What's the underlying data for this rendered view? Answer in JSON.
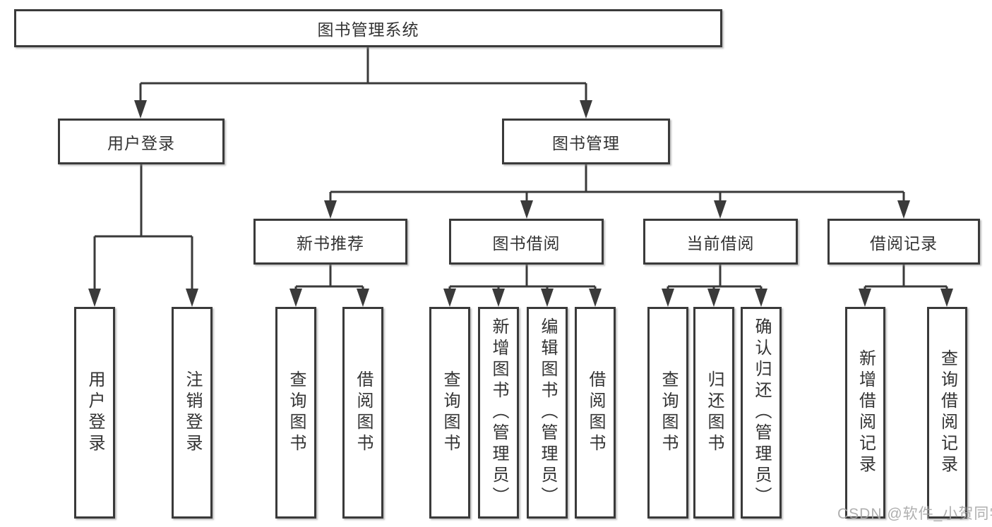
{
  "diagram": {
    "root_label": "图书管理系统",
    "level2": {
      "user_login": "用户登录",
      "book_management": "图书管理"
    },
    "level3": {
      "new_book_recommend": "新书推荐",
      "book_borrowing": "图书借阅",
      "current_borrowing": "当前借阅",
      "borrowing_records": "借阅记录"
    },
    "leaves": {
      "user_login": [
        "用户登录",
        "注销登录"
      ],
      "new_book_recommend": [
        "查询图书",
        "借阅图书"
      ],
      "book_borrowing": [
        "查询图书",
        "新增图书（管理员）",
        "编辑图书（管理员）",
        "借阅图书"
      ],
      "current_borrowing": [
        "查询图书",
        "归还图书",
        "确认归还（管理员）"
      ],
      "borrowing_records": [
        "新增借阅记录",
        "查询借阅记录"
      ]
    },
    "colors": {
      "line": "#3a3a3a",
      "text": "#333333",
      "box_background": "#ffffff",
      "watermark": "#a6a6a6"
    }
  },
  "watermark": {
    "text": "CSDN @软件_小贺同学"
  }
}
